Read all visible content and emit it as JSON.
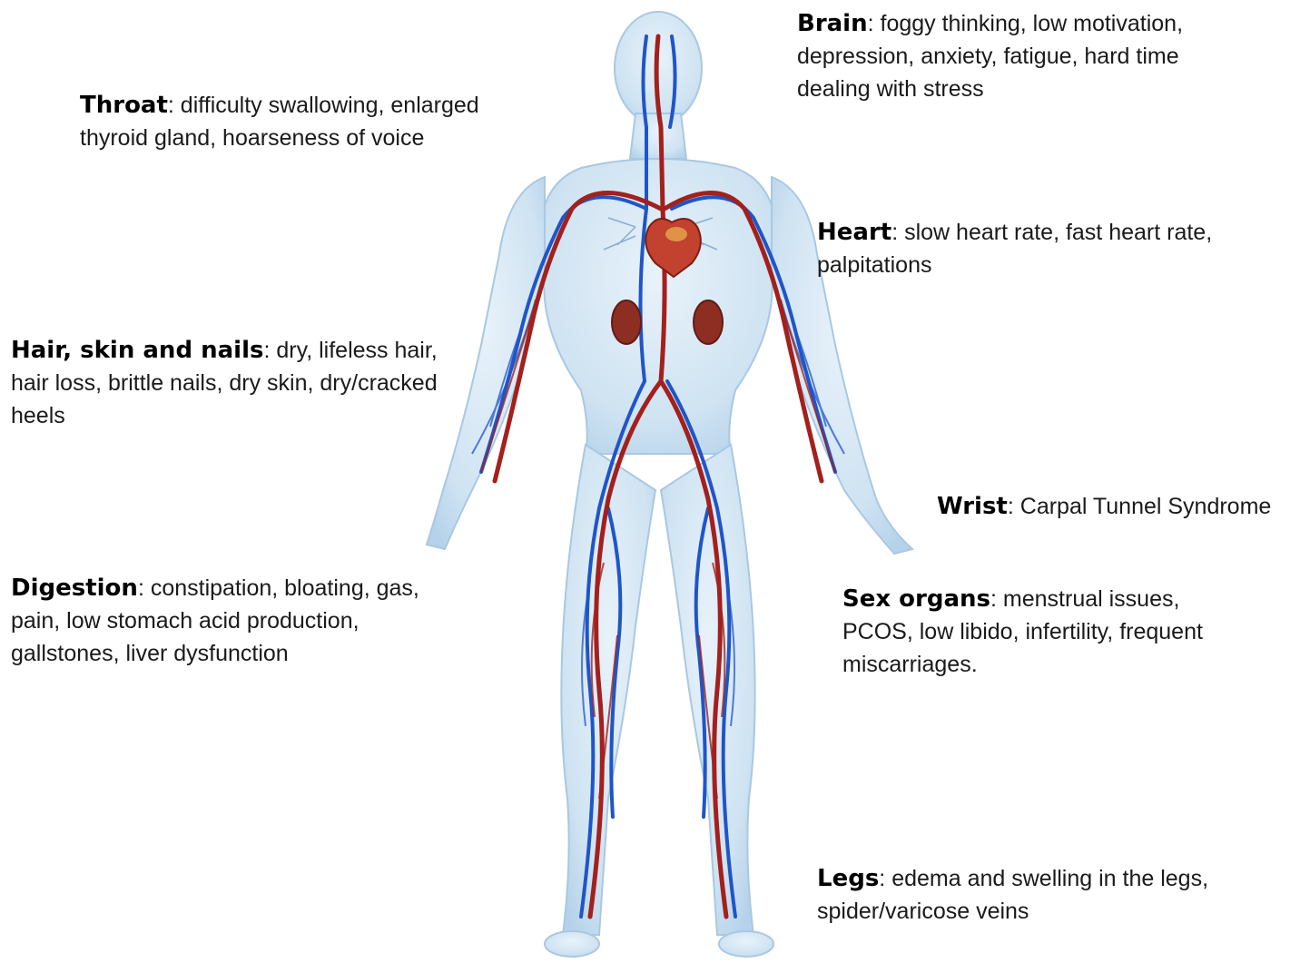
{
  "labels": {
    "brain": {
      "term": "Brain",
      "sep": ":",
      "text": " foggy thinking, low motivation, depression, anxiety, fatigue, hard time dealing with stress"
    },
    "throat": {
      "term": "Throat",
      "sep": ":",
      "text": " difficulty swallowing, enlarged thyroid gland, hoarseness of voice"
    },
    "heart": {
      "term": "Heart",
      "sep": ":",
      "text": " slow heart rate, fast heart rate, palpitations"
    },
    "hair": {
      "term": "Hair, skin and nails",
      "sep": ":",
      "text": " dry, lifeless hair, hair loss, brittle nails, dry skin, dry/cracked heels"
    },
    "wrist": {
      "term": "Wrist",
      "sep": ":",
      "text": " Carpal Tunnel Syndrome"
    },
    "digestion": {
      "term": "Digestion",
      "sep": ":",
      "text": " constipation, bloating, gas, pain, low stomach acid production, gallstones, liver dysfunction"
    },
    "sex": {
      "term": "Sex organs",
      "sep": ":",
      "text": " menstrual issues, PCOS, low libido, infertility, frequent miscarriages."
    },
    "legs": {
      "term": "Legs",
      "sep": ":",
      "text": " edema and swelling in the legs, spider/varicose veins"
    }
  },
  "colors": {
    "body_fill": "#cfe3f2",
    "body_edge": "#9fc3df",
    "artery": "#a3201c",
    "vein": "#1f55c8",
    "heart": "#c2412f",
    "kidney": "#8e2e22"
  }
}
